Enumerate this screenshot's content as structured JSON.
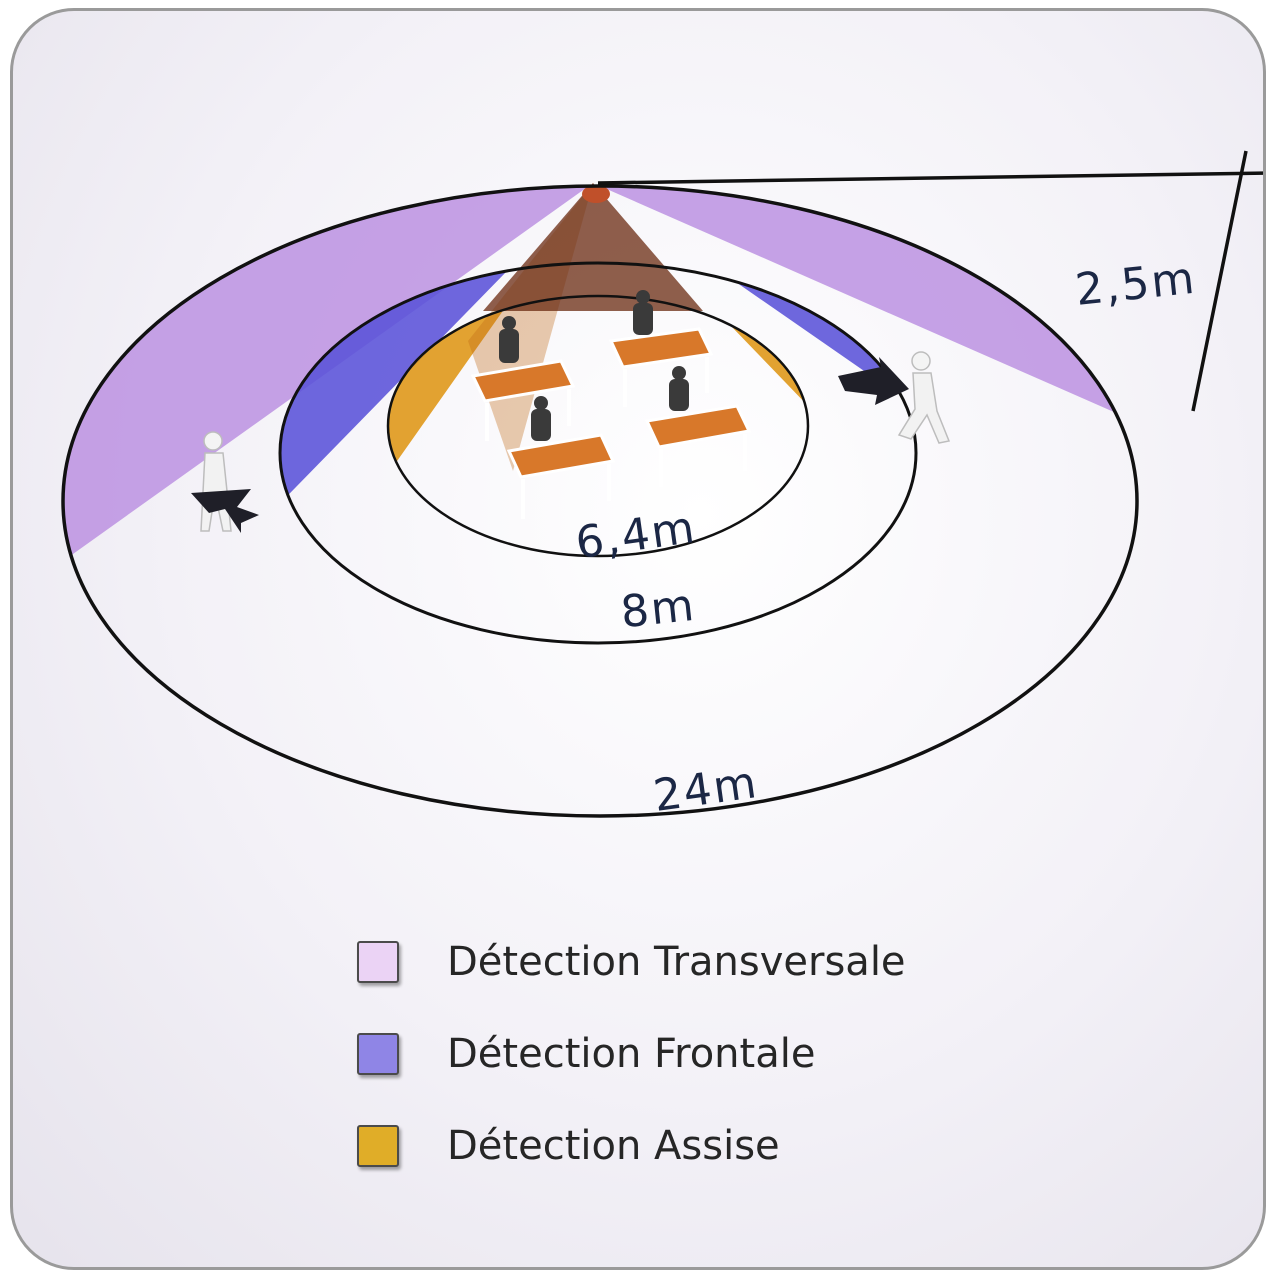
{
  "dimensions": {
    "height": "2,5m",
    "outer": "24m",
    "middle": "8m",
    "inner": "6,4m"
  },
  "legend": [
    {
      "label": "Détection Transversale",
      "color": "#ebd3f5"
    },
    {
      "label": "Détection Frontale",
      "color": "#8f85e6"
    },
    {
      "label": "Détection Assise",
      "color": "#e0ad28"
    }
  ],
  "colors": {
    "transversal_zone": "#b98ee0",
    "frontal_zone": "#5a52d8",
    "seated_zone": "#e09a20",
    "sensor": "#c0502a",
    "line": "#111111",
    "label_text": "#1b2745"
  },
  "icons": [
    "ceiling-sensor-icon",
    "walking-person-icon",
    "desk-icon",
    "seated-person-icon",
    "direction-arrow-icon"
  ]
}
